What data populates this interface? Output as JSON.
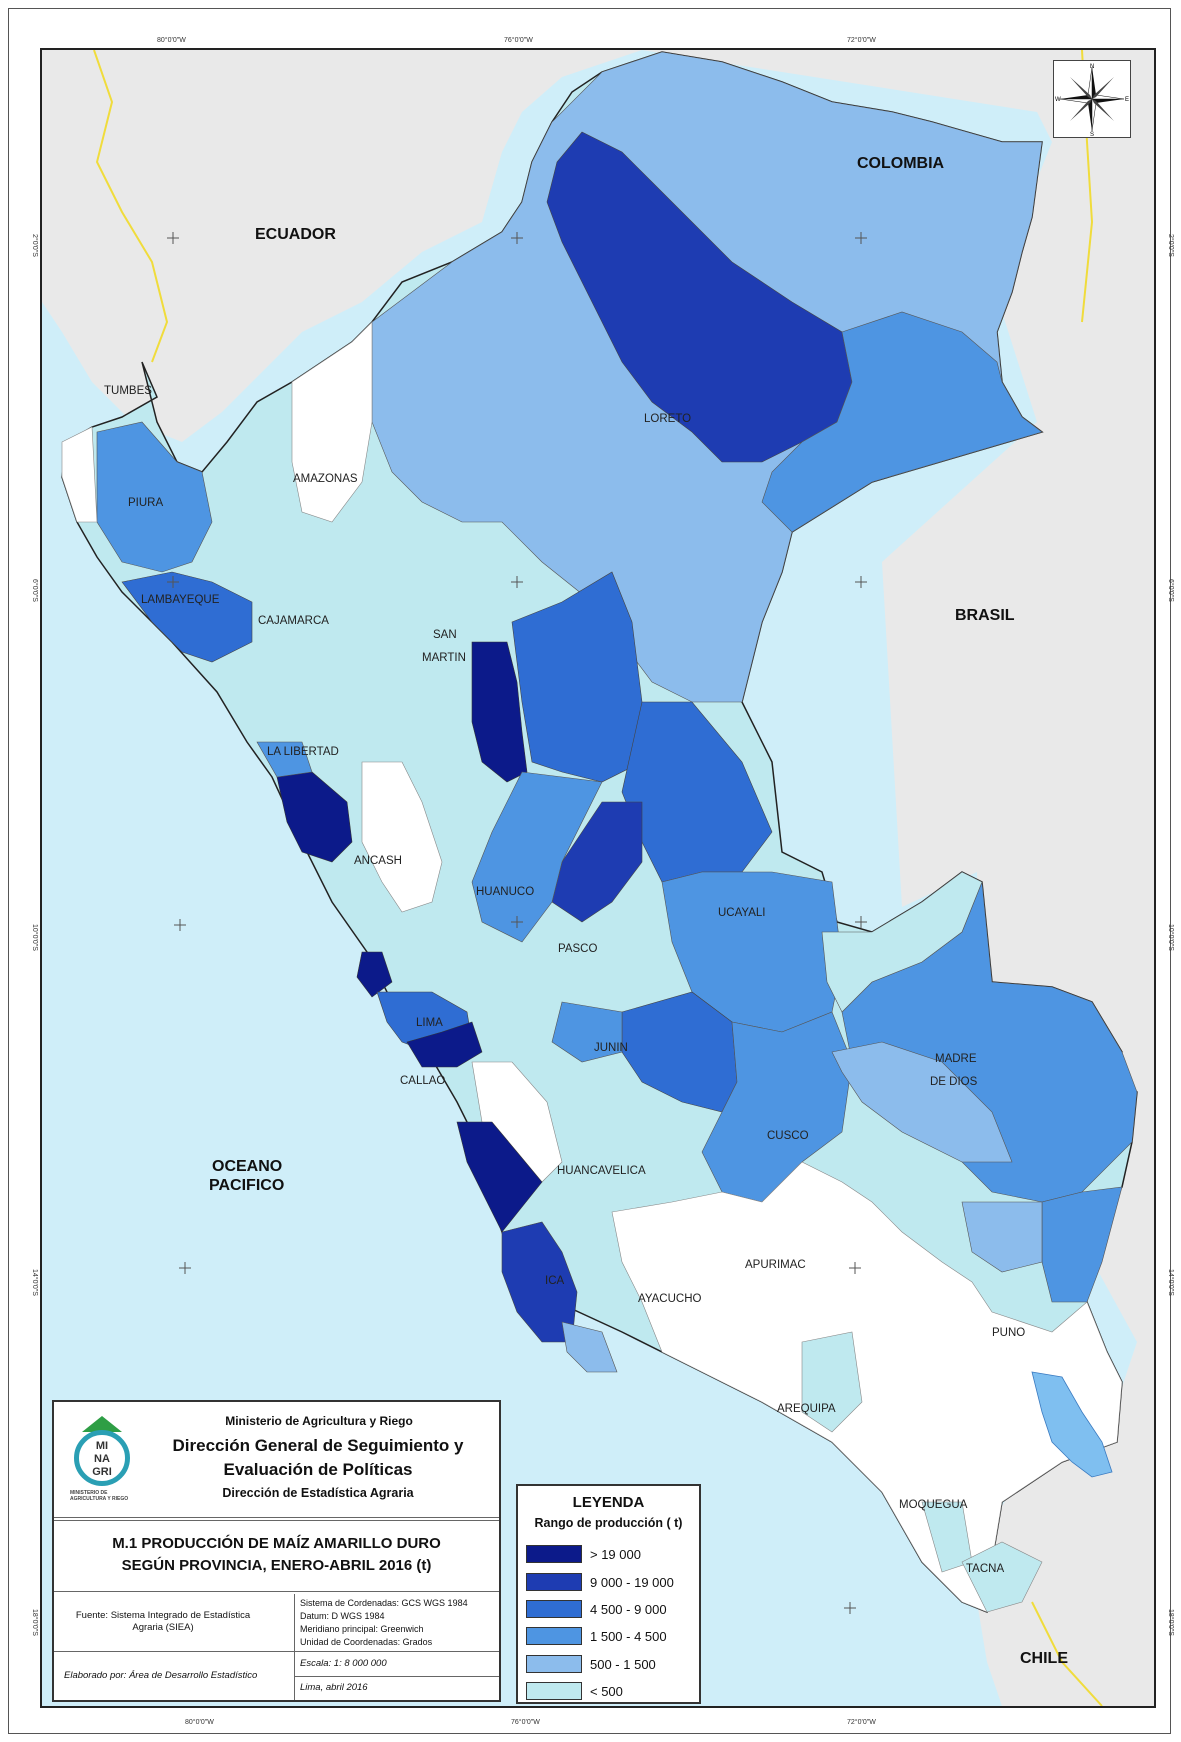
{
  "map": {
    "countries": [
      "COLOMBIA",
      "ECUADOR",
      "BRASIL",
      "CHILE"
    ],
    "ocean_line1": "OCEANO",
    "ocean_line2": "PACIFICO",
    "departments": [
      "TUMBES",
      "PIURA",
      "LAMBAYEQUE",
      "CAJAMARCA",
      "AMAZONAS",
      "LORETO",
      "SAN",
      "MARTIN",
      "LA LIBERTAD",
      "ANCASH",
      "HUANUCO",
      "PASCO",
      "UCAYALI",
      "LIMA",
      "CALLAO",
      "JUNIN",
      "MADRE",
      "DE DIOS",
      "CUSCO",
      "HUANCAVELICA",
      "APURIMAC",
      "ICA",
      "AYACUCHO",
      "PUNO",
      "AREQUIPA",
      "MOQUEGUA",
      "TACNA"
    ],
    "coords_top": [
      "80°0'0\"W",
      "76°0'0\"W",
      "72°0'0\"W"
    ],
    "coords_bottom": [
      "80°0'0\"W",
      "76°0'0\"W",
      "72°0'0\"W"
    ],
    "coords_left": [
      "2°0'0\"S",
      "6°0'0\"S",
      "10°0'0\"S",
      "14°0'0\"S",
      "18°0'0\"S"
    ],
    "compass": {
      "n": "N",
      "s": "S",
      "e": "E",
      "w": "W"
    },
    "colors": {
      "land_other": "#e9e9e9",
      "sea": "#cfeef9",
      "border_yellow": "#f0dc3c"
    }
  },
  "titlebox": {
    "ministry": "Ministerio de Agricultura y Riego",
    "logo_text1": "MI",
    "logo_text2": "NA",
    "logo_text3": "GRI",
    "logo_sub": "MINISTERIO DE AGRICULTURA Y RIEGO",
    "direction_line1": "Dirección General de Seguimiento y",
    "direction_line2": "Evaluación de Políticas",
    "direction_sub": "Dirección de Estadística Agraria",
    "map_title_line1": "M.1 PRODUCCIÓN DE MAÍZ AMARILLO DURO",
    "map_title_line2": "SEGÚN PROVINCIA, ENERO-ABRIL 2016  (t)",
    "source": "Fuente: Sistema Integrado de Estadística Agraria (SIEA)",
    "tech_1": "Sistema de Cordenadas: GCS WGS 1984",
    "tech_2": "Datum: D WGS 1984",
    "tech_3": "Meridiano principal: Greenwich",
    "tech_4": "Unidad de Coordenadas: Grados",
    "elaborated": "Elaborado por: Área de Desarrollo Estadístico",
    "scale": "Escala: 1: 8 000 000",
    "date": "Lima, abril 2016"
  },
  "legend": {
    "title": "LEYENDA",
    "subtitle": "Rango de producción ( t)",
    "classes": [
      {
        "label": "> 19 000",
        "color": "#0c1a8a"
      },
      {
        "label": "9 000 - 19 000",
        "color": "#1e3cb2"
      },
      {
        "label": "4 500 - 9 000",
        "color": "#2f6dd3"
      },
      {
        "label": "1 500 - 4 500",
        "color": "#4e95e2"
      },
      {
        "label": "500 - 1 500",
        "color": "#8cbcec"
      },
      {
        "label": "< 500",
        "color": "#bfe9ef"
      }
    ]
  }
}
